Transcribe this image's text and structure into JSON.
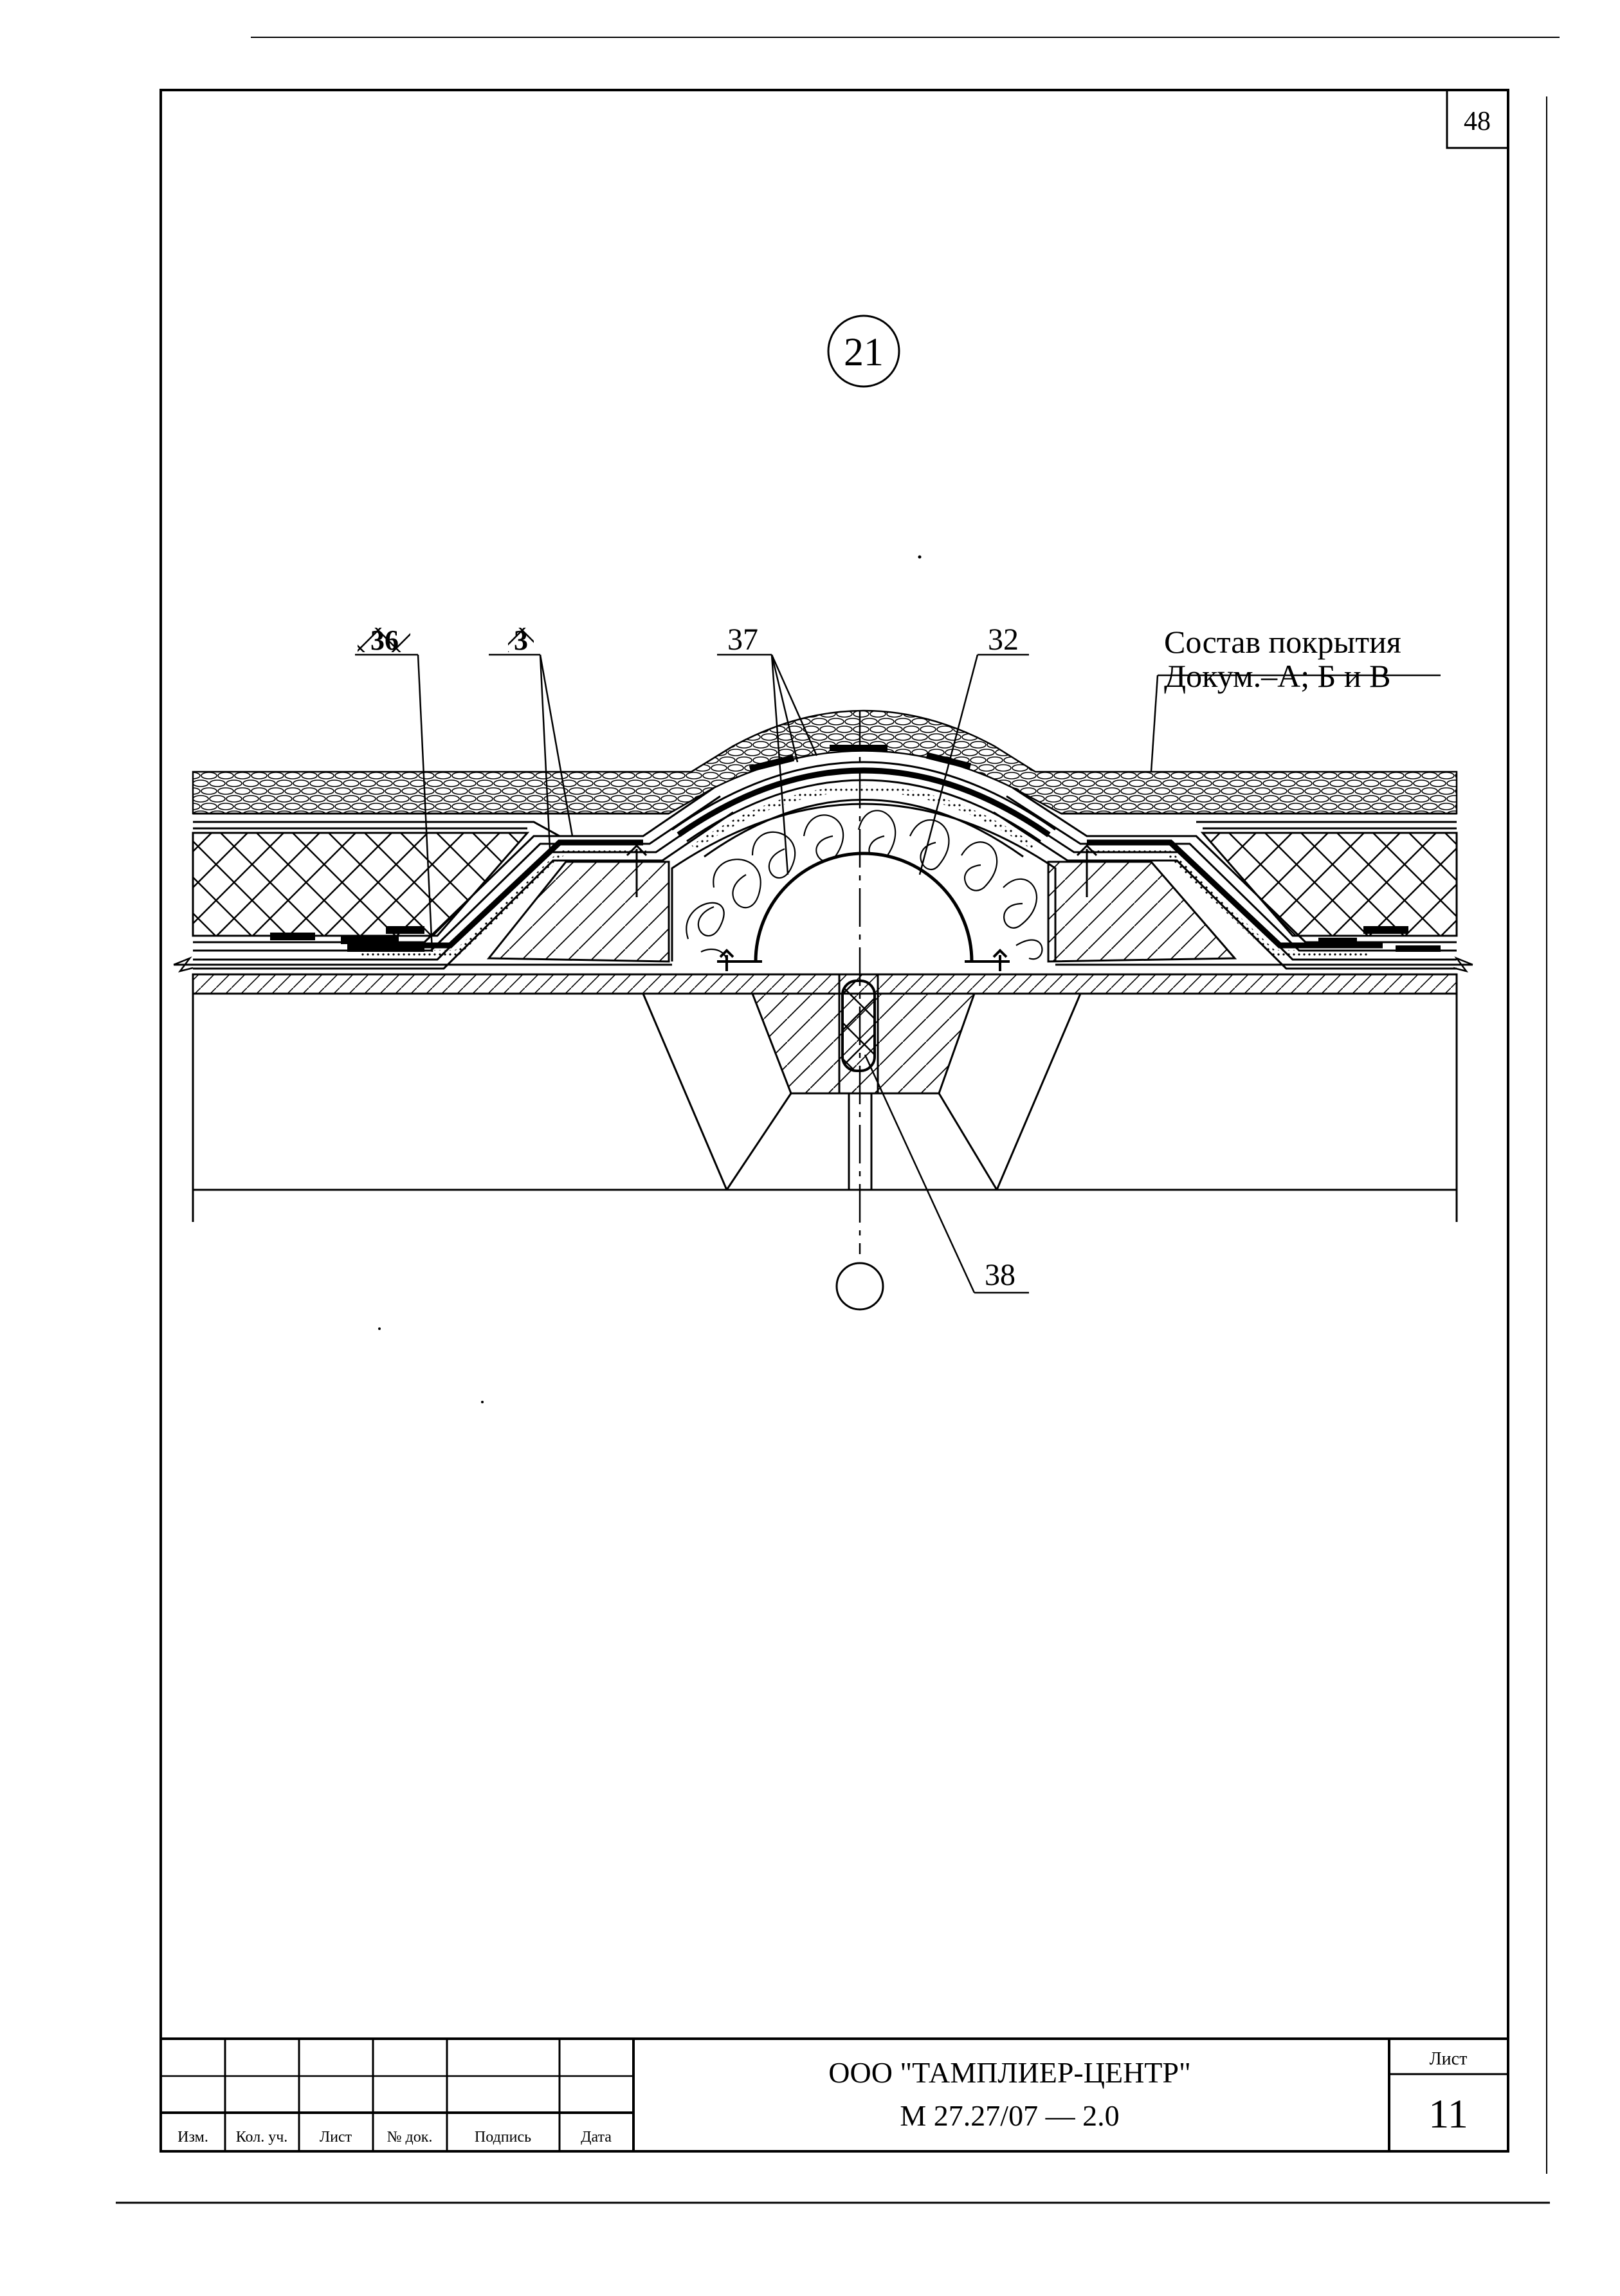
{
  "sheet_number_top": "48",
  "detail_number": "21",
  "callouts": {
    "c36": "36",
    "c3": "3",
    "c37": "37",
    "c32": "32",
    "c38": "38"
  },
  "roof_note": {
    "line1": "Состав покрытия",
    "line2": "Докум.–А; Б и В"
  },
  "title_block": {
    "company": "ООО \"ТАМПЛИЕР-ЦЕНТР\"",
    "doc_code": "М 27.27/07 — 2.0",
    "sheet_label": "Лист",
    "sheet_value": "11",
    "columns": [
      "Изм.",
      "Кол. уч.",
      "Лист",
      "№ док.",
      "Подпись",
      "Дата"
    ]
  }
}
